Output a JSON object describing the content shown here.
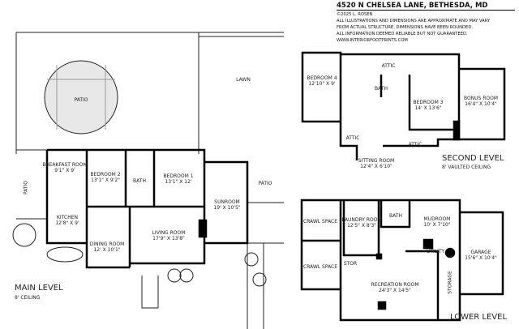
{
  "header": {
    "address": "4520 N CHELSEA LANE, BETHESDA, MD",
    "copyright": "©2025 L. ROSEN",
    "disclaimer_lines": [
      "ALL ILLUSTRATIONS AND DIMENSIONS ARE APPROXIMATE AND MAY VARY",
      "FROM ACTUAL STRUCTURE. DIMENSIONS HAVE BEEN ROUNDED.",
      "ALL INFORMATION DEEMED RELIABLE BUT NOT GUARANTEED."
    ],
    "website": "WWW.INTERIORFOOTPRINTS.COM"
  },
  "main_level": {
    "title": "MAIN LEVEL",
    "ceiling": "8' CEILING",
    "rooms": [
      {
        "name": "PATIO",
        "dims": ""
      },
      {
        "name": "LAWN",
        "dims": ""
      },
      {
        "name": "BREAKFAST ROOM",
        "dims": "9'1\" X 9'"
      },
      {
        "name": "BEDROOM 2",
        "dims": "13'1\" X 9'2\""
      },
      {
        "name": "BATH",
        "dims": ""
      },
      {
        "name": "BEDROOM 1",
        "dims": "13'1\" X 12'"
      },
      {
        "name": "SUNROOM",
        "dims": "19' X 10'5\""
      },
      {
        "name": "PATIO",
        "dims": ""
      },
      {
        "name": "PATIO",
        "dims": ""
      },
      {
        "name": "KITCHEN",
        "dims": "12'8\" X 9'"
      },
      {
        "name": "DINING ROOM",
        "dims": "12' X 10'1\""
      },
      {
        "name": "LIVING ROOM",
        "dims": "17'9\" X 13'8\""
      }
    ]
  },
  "second_level": {
    "title": "SECOND LEVEL",
    "ceiling": "8' VAULTED CEILING",
    "rooms": [
      {
        "name": "BEDROOM 4",
        "dims": "12'10\" X 9'"
      },
      {
        "name": "ATTIC",
        "dims": ""
      },
      {
        "name": "BATH",
        "dims": ""
      },
      {
        "name": "BEDROOM 3",
        "dims": "14' X 13'6\""
      },
      {
        "name": "BONUS ROOM",
        "dims": "16'4\" X 10'4\""
      },
      {
        "name": "ATTIC",
        "dims": ""
      },
      {
        "name": "ATTIC",
        "dims": ""
      },
      {
        "name": "SITTING ROOM",
        "dims": "12'4\" X 6'10\""
      }
    ]
  },
  "lower_level": {
    "title": "LOWER LEVEL",
    "rooms": [
      {
        "name": "CRAWL SPACE",
        "dims": ""
      },
      {
        "name": "CRAWL SPACE",
        "dims": ""
      },
      {
        "name": "LAUNDRY ROOM",
        "dims": "12'5\" X 8'3\""
      },
      {
        "name": "BATH",
        "dims": ""
      },
      {
        "name": "MUDROOM",
        "dims": "10' X 7'10\""
      },
      {
        "name": "UTILITY",
        "dims": ""
      },
      {
        "name": "STOR",
        "dims": ""
      },
      {
        "name": "STORAGE",
        "dims": ""
      },
      {
        "name": "GARAGE",
        "dims": "15'6\" X 10'4\""
      },
      {
        "name": "RECREATION ROOM",
        "dims": "24'3\" X 14'5\""
      }
    ]
  }
}
